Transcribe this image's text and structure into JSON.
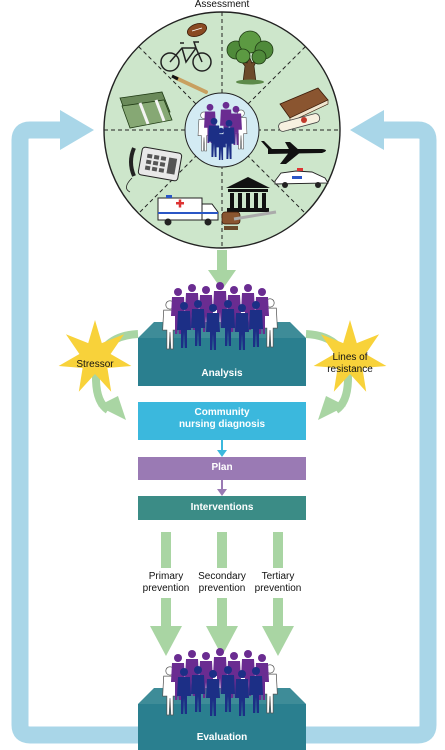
{
  "title": "Assessment",
  "wheel": {
    "segments": [
      "bicycle-football",
      "tree",
      "book-diploma",
      "airplane-police-car",
      "courthouse-gavel",
      "ambulance",
      "telephone",
      "money-bat"
    ]
  },
  "stages": {
    "analysis": "Analysis",
    "diagnosis_line1": "Community",
    "diagnosis_line2": "nursing diagnosis",
    "plan": "Plan",
    "interventions": "Interventions",
    "evaluation": "Evaluation"
  },
  "stressor": "Stressor",
  "lines_of_resistance_1": "Lines of",
  "lines_of_resistance_2": "resistance",
  "prevention": [
    {
      "line1": "Primary",
      "line2": "prevention"
    },
    {
      "line1": "Secondary",
      "line2": "prevention"
    },
    {
      "line1": "Tertiary",
      "line2": "prevention"
    }
  ],
  "colors": {
    "loop_arrow": "#a9d6e8",
    "wheel_fill": "#cde6cb",
    "platform_top": "#3e8c98",
    "platform_front": "#2a7f8f",
    "diagnosis": "#3bb8dd",
    "plan": "#9a7ab4",
    "interventions": "#3b8c86",
    "green_arrow": "#a9d5a3",
    "star": "#f8d23a",
    "people_purple": "#6a2c91",
    "people_blue": "#1c2f86"
  }
}
